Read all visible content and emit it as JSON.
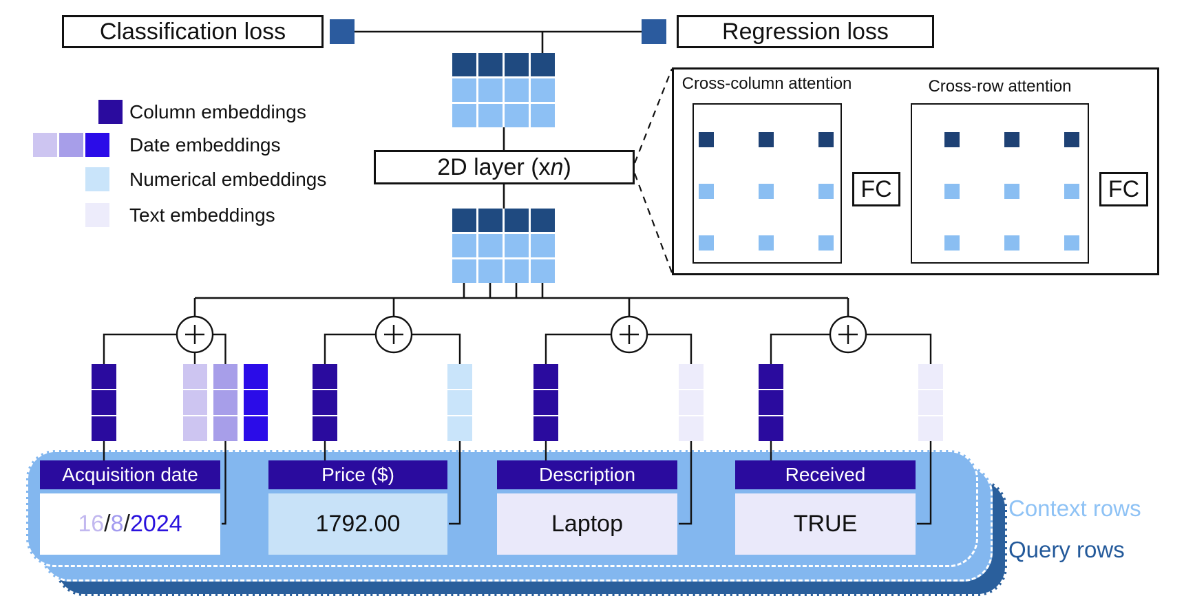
{
  "losses": {
    "classification_label": "Classification loss",
    "regression_label": "Regression loss"
  },
  "layer_box": {
    "prefix": "2D layer (x",
    "variable": "n",
    "suffix": ")"
  },
  "legend": {
    "items": [
      {
        "label": "Column embeddings",
        "color": "#2a0b9e"
      },
      {
        "label": "Date embeddings",
        "colors": [
          "#cdc5f1",
          "#a79ee9",
          "#2b0ce8"
        ]
      },
      {
        "label": "Numerical embeddings",
        "color": "#c9e4fa"
      },
      {
        "label": "Text embeddings",
        "color": "#edecfb"
      }
    ]
  },
  "attention_detail": {
    "cross_column_label": "Cross-column attention",
    "cross_row_label": "Cross-row attention",
    "fc_label": "FC"
  },
  "table": {
    "columns": [
      {
        "header": "Acquisition date",
        "value_parts": [
          {
            "text": "16",
            "color": "#c2b8ef"
          },
          {
            "text": "/",
            "color": "#1a1a1a"
          },
          {
            "text": "8",
            "color": "#a29aef"
          },
          {
            "text": "/",
            "color": "#1a1a1a"
          },
          {
            "text": "2024",
            "color": "#2a12dd"
          }
        ],
        "embedding": "date"
      },
      {
        "header": "Price ($)",
        "value": "1792.00",
        "embedding": "numerical"
      },
      {
        "header": "Description",
        "value": "Laptop",
        "embedding": "text"
      },
      {
        "header": "Received",
        "value": "TRUE",
        "embedding": "text"
      }
    ]
  },
  "row_labels": {
    "context": "Context rows",
    "query": "Query rows"
  },
  "colors": {
    "loss_square": "#2b5b9e",
    "grid_dark": "#1f4a80",
    "grid_light": "#8dc0f4",
    "attention_dark": "#1e4174",
    "attention_light": "#8abef2",
    "column_embedding": "#2a0b9e",
    "date_light": "#cdc5f1",
    "date_mid": "#a79ee9",
    "date_bright": "#2b0ce8",
    "numerical_embedding": "#c9e4fa",
    "text_embedding": "#edecfb",
    "card_context": "#83b7ef",
    "card_query": "#2a5f9c",
    "context_label": "#8ec2f5",
    "query_label": "#23599a",
    "header_bg": "#2a0b9e",
    "date_value_bg": "#ffffff",
    "price_value_bg": "#c8e2f8",
    "text_value_bg": "#eae9fa"
  }
}
